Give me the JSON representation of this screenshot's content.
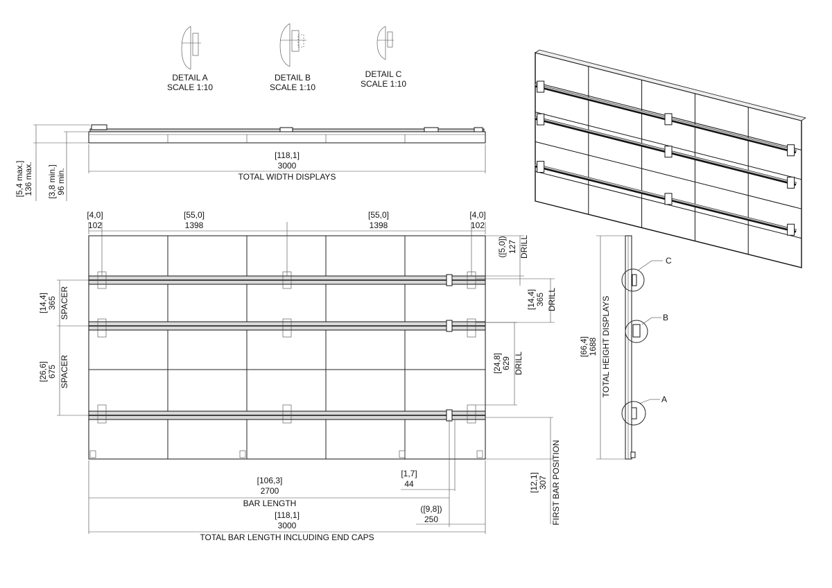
{
  "details": [
    {
      "label": "DETAIL A",
      "scale": "SCALE 1:10"
    },
    {
      "label": "DETAIL B",
      "scale": "SCALE 1:10"
    },
    {
      "label": "DETAIL C",
      "scale": "SCALE 1:10"
    }
  ],
  "top_view": {
    "width_in": "[118,1]",
    "width_mm": "3000",
    "width_label": "TOTAL WIDTH DISPLAYS",
    "max_in": "[5,4 max.]",
    "max_mm": "136 max.",
    "min_in": "[3,8 min.]",
    "min_mm": "96 min."
  },
  "top_dims": [
    {
      "in": "[4,0]",
      "mm": "102"
    },
    {
      "in": "[55,0]",
      "mm": "1398"
    },
    {
      "in": "[55,0]",
      "mm": "1398"
    },
    {
      "in": "[4,0]",
      "mm": "102"
    }
  ],
  "left_dims": {
    "spacer1": {
      "in": "[14,4]",
      "mm": "365",
      "label": "SPACER"
    },
    "spacer2": {
      "in": "[26,6]",
      "mm": "675",
      "label": "SPACER"
    }
  },
  "right_dims": {
    "drill1": {
      "in": "([5,0])",
      "mm": "127",
      "label": "DRILL"
    },
    "drill2": {
      "in": "[14,4]",
      "mm": "365",
      "label": "DRILL"
    },
    "drill3": {
      "in": "[24,8]",
      "mm": "629",
      "label": "DRILL"
    },
    "first_bar": {
      "in": "[12,1]",
      "mm": "307",
      "label": "FIRST BAR POSITION"
    }
  },
  "bottom_dims": {
    "bar": {
      "in": "[106,3]",
      "mm": "2700",
      "label": "BAR LENGTH"
    },
    "small": {
      "in": "[1,7]",
      "mm": "44"
    },
    "cap": {
      "in": "([9,8])",
      "mm": "250"
    },
    "total": {
      "in": "[118,1]",
      "mm": "3000",
      "label": "TOTAL BAR LENGTH INCLUDING END CAPS"
    }
  },
  "side_view": {
    "height_in": "[66,4]",
    "height_mm": "1688",
    "height_label": "TOTAL HEIGHT DISPLAYS",
    "callouts": [
      "C",
      "B",
      "A"
    ]
  }
}
